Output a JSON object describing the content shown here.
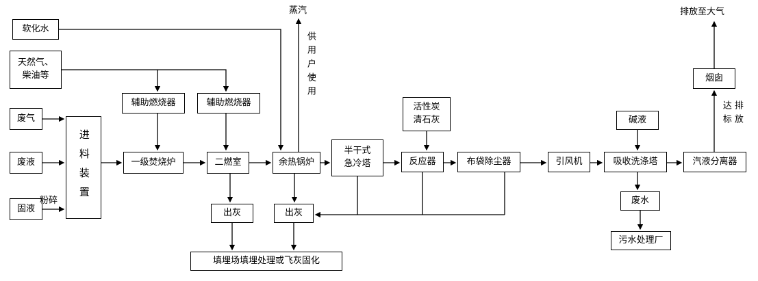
{
  "diagram": {
    "nodes": {
      "soft_water": "软化水",
      "fuel": "天然气、\n柴油等",
      "waste_gas": "废气",
      "waste_liquid": "废液",
      "solid_waste": "固液",
      "feeder": "进料装置",
      "aux_burner_1": "辅助燃烧器",
      "aux_burner_2": "辅助燃烧器",
      "primary_incinerator": "一级焚烧炉",
      "secondary_chamber": "二燃室",
      "waste_heat_boiler": "余热锅炉",
      "quench_tower": "半干式\n急冷塔",
      "reactor": "反应器",
      "bag_filter": "布袋除尘器",
      "induced_draft_fan": "引风机",
      "scrubber": "吸收洗涤塔",
      "vapor_liquid_separator": "汽液分离器",
      "chimney": "烟囱",
      "activated_carbon_lime": "活性炭\n清石灰",
      "alkali": "碱液",
      "ash_out_1": "出灰",
      "ash_out_2": "出灰",
      "waste_water": "废水",
      "sewage_plant": "污水处理厂",
      "landfill": "填埋场填埋处理或飞灰固化"
    },
    "labels": {
      "steam": "蒸汽",
      "for_users": "供用户使用",
      "to_atmosphere": "排放至大气",
      "standard_left": "达标",
      "standard_right": "排放",
      "crush": "粉碎"
    }
  }
}
